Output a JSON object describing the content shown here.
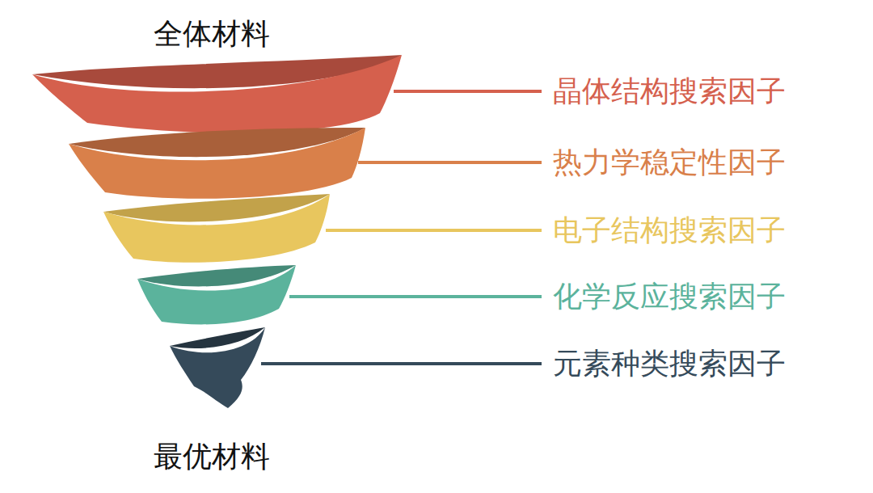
{
  "diagram": {
    "labels": [
      "全体材料",
      "晶体结构搜索因子",
      "热力学稳定性因子",
      "电子结构搜索因子",
      "化学反应搜索因子",
      "元素种类搜索因子",
      "最优材料"
    ]
  }
}
